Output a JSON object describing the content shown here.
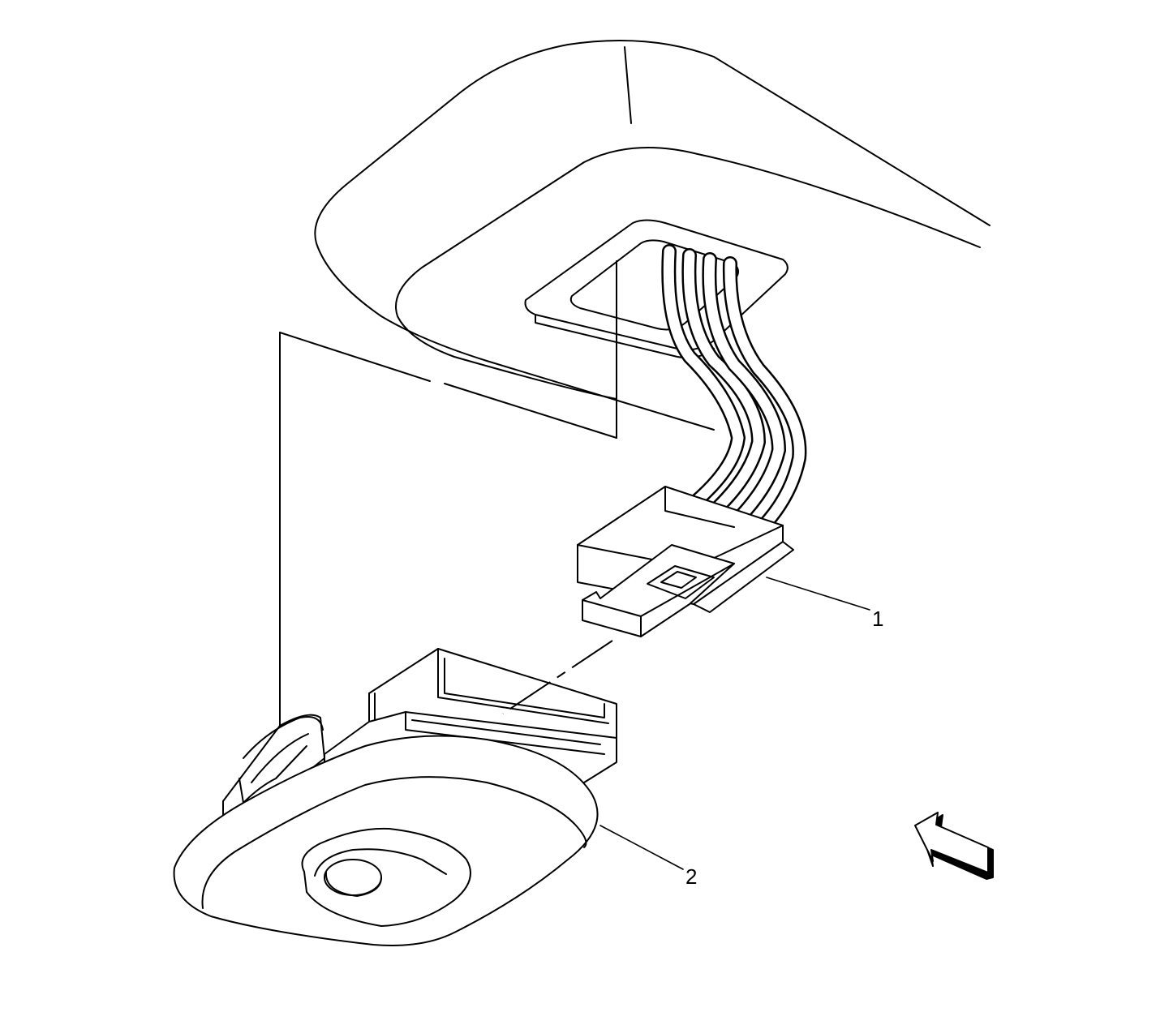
{
  "callouts": [
    {
      "id": "1",
      "label": "1"
    },
    {
      "id": "2",
      "label": "2"
    }
  ],
  "colors": {
    "ink": "#000000",
    "paper": "#ffffff"
  },
  "icons": {
    "view_direction": "view-arrow-icon"
  }
}
